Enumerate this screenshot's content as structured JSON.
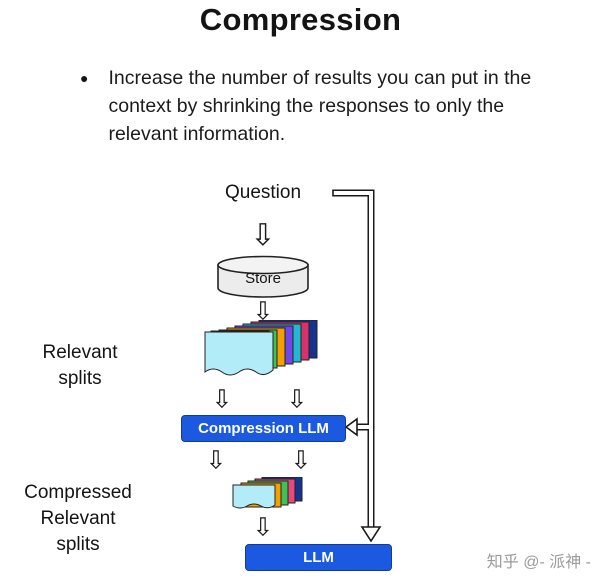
{
  "title": "Compression",
  "bullet": {
    "marker": "●",
    "text": "Increase the number of results you can put in the context by shrinking the responses to only the relevant information."
  },
  "diagram": {
    "question": "Question",
    "store": "Store",
    "relevant_splits": "Relevant\nsplits",
    "compression_llm": "Compression LLM",
    "compressed_splits": "Compressed\nRelevant\nsplits",
    "llm": "LLM",
    "arrow_down": "⇩"
  },
  "watermark": "知乎 @- 派神 -",
  "colors": {
    "accent_blue": "#1b5ae0",
    "store_fill": "#ececec",
    "doc_front": "#b3ecf9",
    "doc_layers": [
      "#16338f",
      "#d6336c",
      "#22b8cf",
      "#7048e8",
      "#f59f00",
      "#40c057",
      "#e64980"
    ]
  }
}
